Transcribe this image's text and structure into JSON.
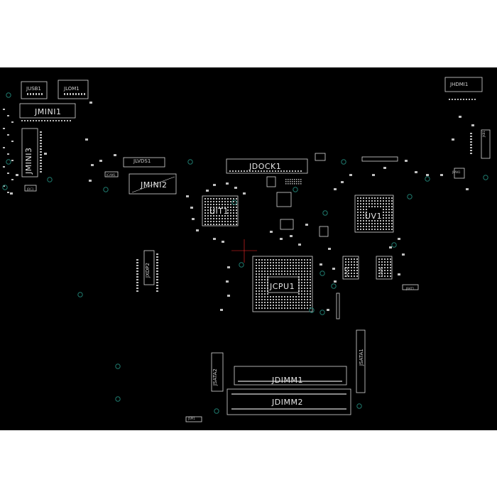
{
  "board": {
    "background": "#000000",
    "outline_color": "#d9d9d9",
    "pad_color": "#bfbfbf",
    "via_color": "#1f7a6e",
    "cursor_color": "#ff2a2a"
  },
  "labels": {
    "jusb1": "JUSB1",
    "jlom1": "JLOM1",
    "jhdmi1": "JHDMI1",
    "jmini1": "JMINI1",
    "jmini3": "JMINI3",
    "jmini2": "JMINI2",
    "jlvds1": "JLVDS1",
    "jdock1": "JDOCK1",
    "uit1": "UIT1",
    "uv1": "UV1",
    "jxdp2": "JXDP2",
    "jcpu1": "JCPU1",
    "uv5": "UV5",
    "uv6": "UV6",
    "jsata1": "JSATA1",
    "jsata2": "JSATA2",
    "jdimm1": "JDIMM1",
    "jdimm2": "JDIMM2",
    "jspi1": "JSPI1",
    "jcam1": "JCAM1",
    "jbat1": "JBAT1",
    "jkb1": "JKB1",
    "jfan1": "JFAN1",
    "jdc1": "JDC1"
  }
}
